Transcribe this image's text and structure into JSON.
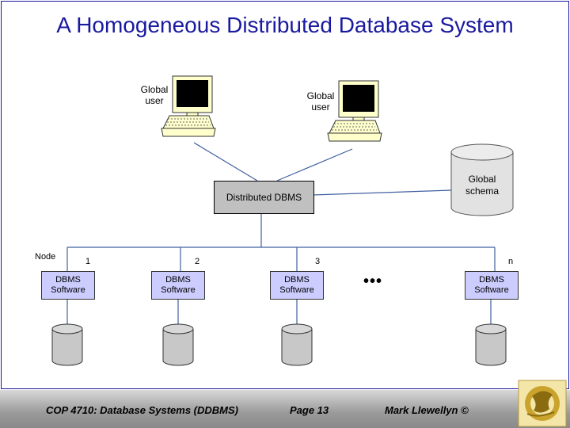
{
  "title": "A Homogeneous Distributed Database System",
  "users": [
    {
      "label": "Global\nuser"
    },
    {
      "label": "Global\nuser"
    }
  ],
  "central": {
    "label": "Distributed DBMS"
  },
  "schema": {
    "label": "Global\nschema"
  },
  "node_label": "Node",
  "nodes": [
    {
      "number": "1",
      "label": "DBMS\nSoftware"
    },
    {
      "number": "2",
      "label": "DBMS\nSoftware"
    },
    {
      "number": "3",
      "label": "DBMS\nSoftware"
    },
    {
      "number": "n",
      "label": "DBMS\nSoftware"
    }
  ],
  "ellipsis": "•••",
  "footer": {
    "course": "COP 4710: Database Systems  (DDBMS)",
    "page": "Page 13",
    "author": "Mark Llewellyn ©"
  },
  "colors": {
    "title": "#1a1aa0",
    "dbms_box": "#ccccff",
    "central_box": "#c0c0c0",
    "cylinder": "#c8c8c8"
  }
}
